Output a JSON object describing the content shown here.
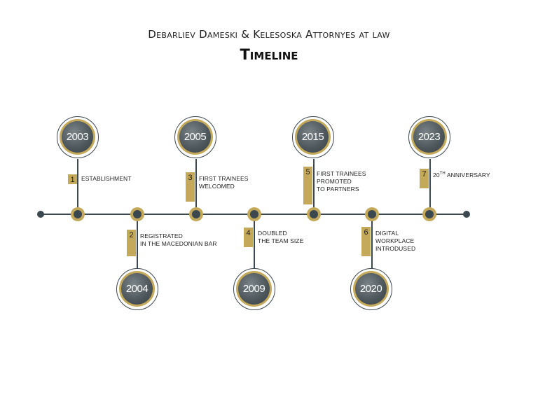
{
  "header": {
    "firm": "Debarliev Dameski & Kelesoska Attornyes at law",
    "title": "Timeline"
  },
  "colors": {
    "gold": "#c4a95a",
    "slate": "#3c4850"
  },
  "events": [
    {
      "number": "1",
      "year": "2003",
      "lines": [
        "ESTABLISHMENT"
      ]
    },
    {
      "number": "2",
      "year": "2004",
      "lines": [
        "REGISTRATED",
        "IN THE MACEDONIAN BAR"
      ]
    },
    {
      "number": "3",
      "year": "2005",
      "lines": [
        "FIRST TRAINEES",
        "WELCOMED"
      ]
    },
    {
      "number": "4",
      "year": "2009",
      "lines": [
        "DOUBLED",
        "THE TEAM SIZE"
      ]
    },
    {
      "number": "5",
      "year": "2015",
      "lines": [
        "FIRST TRAINEES",
        "PROMOTED",
        "TO PARTNERS"
      ]
    },
    {
      "number": "6",
      "year": "2020",
      "lines": [
        "DIGITAL",
        "WORKPLACE",
        "INTRODUSED"
      ]
    },
    {
      "number": "7",
      "year": "2023",
      "lines": [
        "20",
        "TH",
        " ANNIVERSARY"
      ]
    }
  ]
}
